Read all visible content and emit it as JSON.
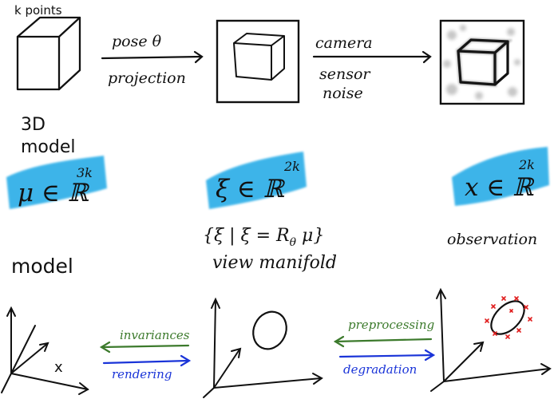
{
  "top_row": {
    "k_points_label": "k points",
    "arrow1_top": "pose θ",
    "arrow1_bottom": "projection",
    "arrow2_top": "camera",
    "arrow2_mid": "sensor",
    "arrow2_bottom": "noise"
  },
  "left_label": {
    "line1": "3D",
    "line2": "model"
  },
  "spaces": {
    "mu": {
      "sym": "μ ∈ ℝ",
      "exp": "3k"
    },
    "xi": {
      "sym": "ξ ∈ ℝ",
      "exp": "2k"
    },
    "x": {
      "sym": "x ∈ ℝ",
      "exp": "2k"
    }
  },
  "view_manifold": {
    "set_expr": "{ξ | ξ = R",
    "theta_sub": "θ",
    "set_tail": " μ}",
    "caption": "view manifold"
  },
  "row_labels": {
    "model": "model",
    "observation": "observation"
  },
  "arrows": {
    "invariances": "invariances",
    "rendering": "rendering",
    "preprocessing": "preprocessing",
    "degradation": "degradation"
  },
  "plot_marks": {
    "x_marker": "x"
  },
  "colors": {
    "highlight": "#1ea8e6",
    "green": "#3c7a2c",
    "blue": "#1a34d8",
    "red": "#e01c1c",
    "ink": "#111111"
  }
}
